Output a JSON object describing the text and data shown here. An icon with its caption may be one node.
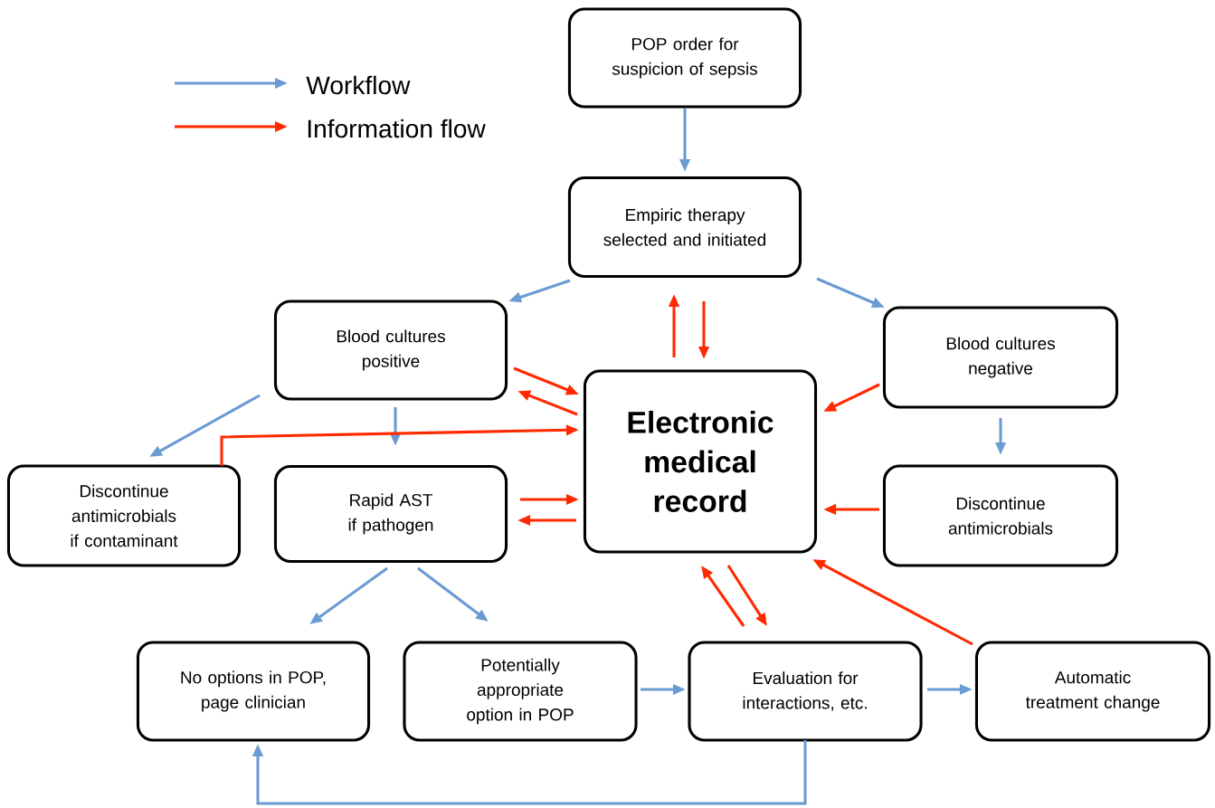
{
  "diagram": {
    "nodes": [
      {
        "text": [
          "POP order for suspicion of sepsis"
        ]
      },
      {
        "text": [
          "Empiric therapy selected and initiated"
        ]
      },
      {
        "text": [
          "Blood cultures positive"
        ]
      },
      {
        "text": [
          "Electronic medical record"
        ]
      },
      {
        "text": [
          "Blood cultures negative"
        ]
      },
      {
        "text": [
          "Discontinue antimicrobials if contaminant"
        ]
      },
      {
        "text": [
          "Rapid AST if pathogen"
        ]
      },
      {
        "text": [
          "Discontinue antimicrobials"
        ]
      },
      {
        "text": [
          "No options in POP, page clinician"
        ]
      },
      {
        "text": [
          "Potentially appropriate option in POP"
        ]
      },
      {
        "text": [
          "Evaluation for interactions, etc."
        ]
      },
      {
        "text": [
          "Automatic treatment change"
        ]
      }
    ],
    "edges": [
      {
        "from": 0,
        "to": 1,
        "arrow": "to",
        "color": "#6a9bd2"
      },
      {
        "from": 1,
        "to": 2,
        "arrow": "to",
        "color": "#6a9bd2"
      },
      {
        "from": 1,
        "to": 4,
        "arrow": "to",
        "color": "#6a9bd2"
      },
      {
        "from": 2,
        "to": 5,
        "arrow": "to",
        "color": "#6a9bd2"
      },
      {
        "from": 2,
        "to": 6,
        "arrow": "to",
        "color": "#6a9bd2"
      },
      {
        "from": 4,
        "to": 7,
        "arrow": "to",
        "color": "#6a9bd2"
      },
      {
        "from": 6,
        "to": 8,
        "arrow": "to",
        "color": "#6a9bd2"
      },
      {
        "from": 6,
        "to": 9,
        "arrow": "to",
        "color": "#6a9bd2"
      },
      {
        "from": 9,
        "to": 10,
        "arrow": "to",
        "color": "#6a9bd2"
      },
      {
        "from": 10,
        "to": 11,
        "arrow": "to",
        "color": "#6a9bd2"
      },
      {
        "from": 10,
        "to": 8,
        "arrow": "to",
        "color": "#6a9bd2"
      },
      {
        "from": 3,
        "to": 1,
        "arrow": "to"
      },
      {
        "from": 1,
        "to": 3,
        "arrow": "to"
      },
      {
        "from": 2,
        "to": 3,
        "arrow": "to"
      },
      {
        "from": 3,
        "to": 2,
        "arrow": "to"
      },
      {
        "from": 4,
        "to": 3,
        "arrow": "to"
      },
      {
        "from": 5,
        "to": 3,
        "arrow": "to"
      },
      {
        "from": 6,
        "to": 3,
        "arrow": "to"
      },
      {
        "from": 3,
        "to": 6,
        "arrow": "to"
      },
      {
        "from": 7,
        "to": 3,
        "arrow": "to"
      },
      {
        "from": 3,
        "to": 10,
        "arrow": "to"
      },
      {
        "from": 10,
        "to": 3,
        "arrow": "to"
      },
      {
        "from": 11,
        "to": 3,
        "arrow": "to"
      }
    ],
    "legend": [
      {
        "text": "Workflow"
      },
      {
        "text": "Information flow"
      }
    ]
  }
}
